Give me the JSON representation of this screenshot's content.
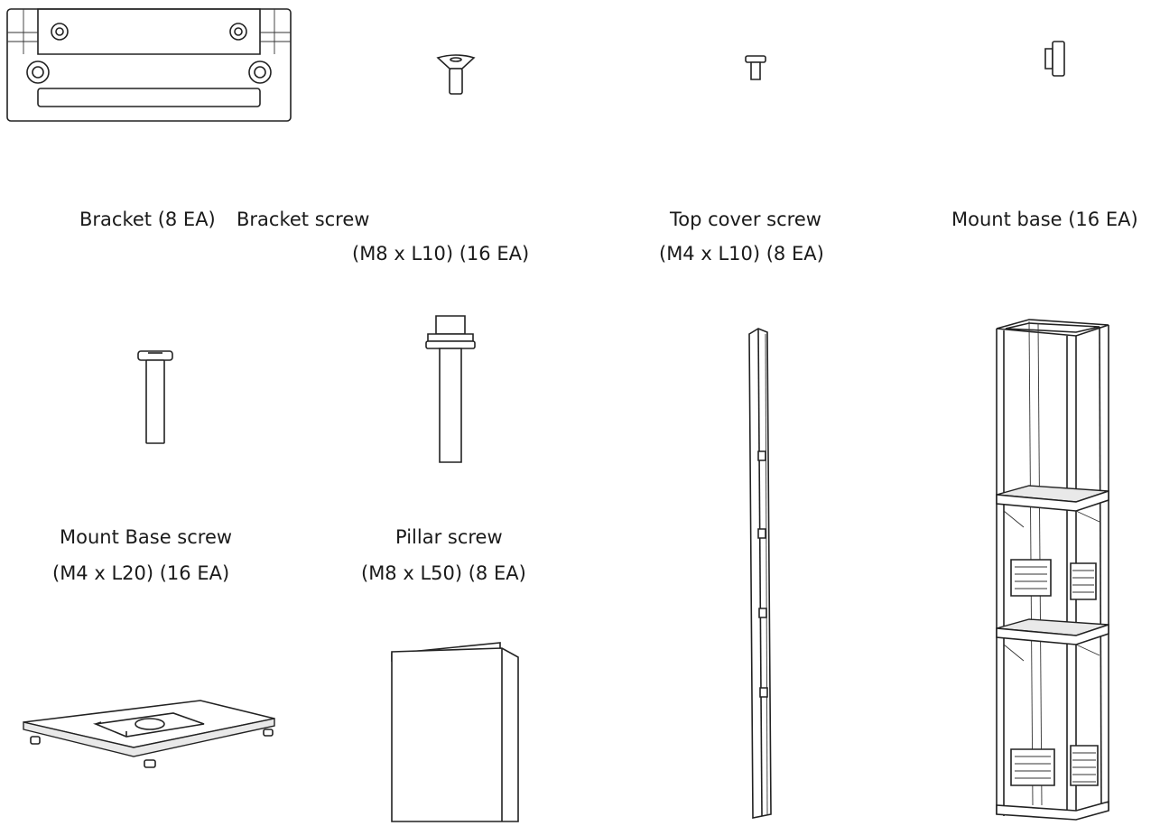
{
  "parts": {
    "bracket": {
      "label": "Bracket (8 EA)",
      "icon": "bracket-icon"
    },
    "bracket_screw": {
      "label_line1": "Bracket screw",
      "label_line2": "(M8 x L10) (16 EA)",
      "icon": "bracket-screw-icon"
    },
    "top_cover_screw": {
      "label_line1": "Top cover screw",
      "label_line2": "(M4 x L10) (8 EA)",
      "icon": "top-cover-screw-icon"
    },
    "mount_base": {
      "label": "Mount base (16 EA)",
      "icon": "mount-base-icon"
    },
    "mount_base_screw": {
      "label_line1": "Mount Base screw",
      "label_line2": "(M4 x L20) (16 EA)",
      "icon": "mount-base-screw-icon"
    },
    "pillar_screw": {
      "label_line1": "Pillar screw",
      "label_line2": "(M8 x L50) (8 EA)",
      "icon": "pillar-screw-icon"
    },
    "base_plate": {
      "icon": "base-plate-icon"
    },
    "manual": {
      "icon": "manual-booklet-icon"
    },
    "side_bar": {
      "icon": "side-bar-icon"
    },
    "pillar_frame": {
      "icon": "pillar-frame-icon"
    }
  }
}
